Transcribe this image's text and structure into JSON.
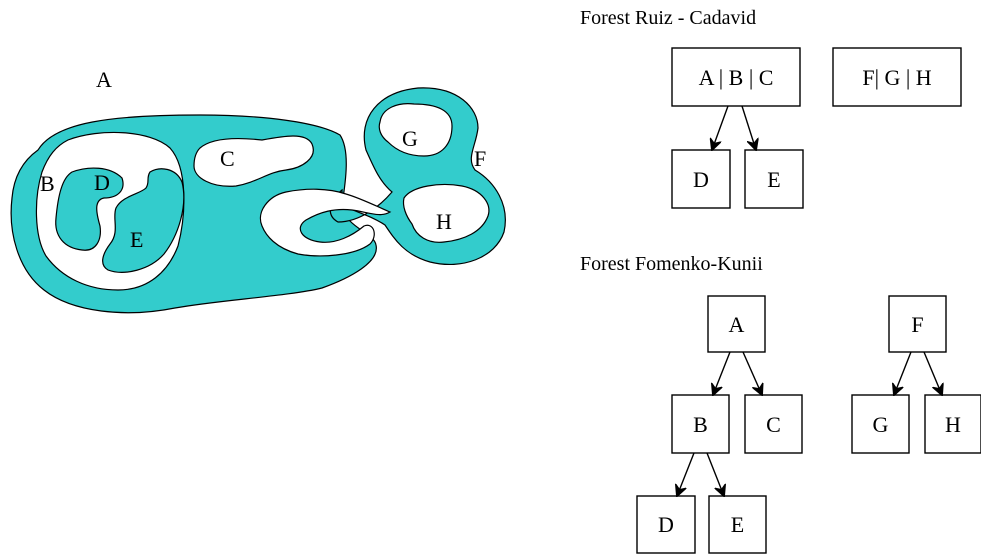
{
  "colors": {
    "region_fill": "#33cccc",
    "hole_fill": "#ffffff",
    "outline": "#000000"
  },
  "regions": {
    "a": "A",
    "b": "B",
    "c": "C",
    "d": "D",
    "e": "E",
    "f": "F",
    "g": "G",
    "h": "H"
  },
  "forest_ruiz": {
    "title": "Forest Ruiz - Cadavid",
    "nodes": {
      "abc": "A | B | C",
      "fgh": "F| G | H",
      "d": "D",
      "e": "E"
    }
  },
  "forest_fomenko": {
    "title": "Forest Fomenko-Kunii",
    "nodes": {
      "a": "A",
      "b": "B",
      "c": "C",
      "d": "D",
      "e": "E",
      "f": "F",
      "g": "G",
      "h": "H"
    }
  }
}
